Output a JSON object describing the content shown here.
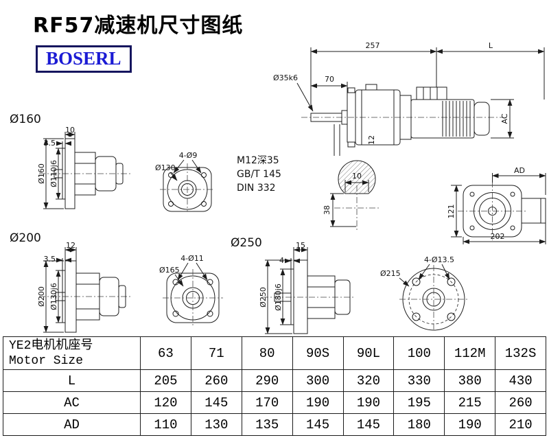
{
  "title": "RF57减速机尺寸图纸",
  "logo": {
    "text": "BOSERL"
  },
  "colors": {
    "logo_blue": "#1b1bd4",
    "logo_border": "#15155e",
    "line": "#1c1c1c"
  },
  "main_view": {
    "dim_257": "257",
    "dim_L": "L",
    "dim_70": "70",
    "shaft_dia": "Ø35k6",
    "dim_AC": "AC",
    "dim_12": "12",
    "notes": {
      "line1": "M12深35",
      "line2": "GB/T 145",
      "line3": "DIN 332"
    }
  },
  "flange_160": {
    "label": "Ø160",
    "dim_thickness": "10",
    "dim_step": "3.5",
    "outer_dia": "Ø160",
    "spigot_dia": "Ø110j6"
  },
  "flange_130": {
    "bolt_holes": "4-Ø9",
    "dia": "Ø130"
  },
  "key_section": {
    "dim_width": "10",
    "dim_height": "38"
  },
  "motor_end_view": {
    "dim_AD": "AD",
    "dim_121": "121",
    "dim_202": "202"
  },
  "flange_200": {
    "label": "Ø200",
    "dim_thickness": "12",
    "dim_step": "3.5",
    "outer_dia": "Ø200",
    "spigot_dia": "Ø130j6"
  },
  "flange_165": {
    "bolt_holes": "4-Ø11",
    "dia": "Ø165"
  },
  "flange_250": {
    "label": "Ø250",
    "dim_thickness": "15",
    "dim_step": "4",
    "outer_dia": "Ø250",
    "spigot_dia": "Ø180j6"
  },
  "flange_215": {
    "bolt_holes": "4-Ø13.5",
    "dia": "Ø215"
  },
  "table": {
    "header_cn": "YE2电机机座号",
    "header_en": "Motor Size",
    "sizes": [
      "63",
      "71",
      "80",
      "90S",
      "90L",
      "100",
      "112M",
      "132S"
    ],
    "rows": [
      {
        "label": "L",
        "values": [
          "205",
          "260",
          "290",
          "300",
          "320",
          "330",
          "380",
          "430"
        ]
      },
      {
        "label": "AC",
        "values": [
          "120",
          "145",
          "170",
          "190",
          "190",
          "195",
          "215",
          "260"
        ]
      },
      {
        "label": "AD",
        "values": [
          "110",
          "130",
          "135",
          "145",
          "145",
          "180",
          "190",
          "210"
        ]
      }
    ]
  }
}
